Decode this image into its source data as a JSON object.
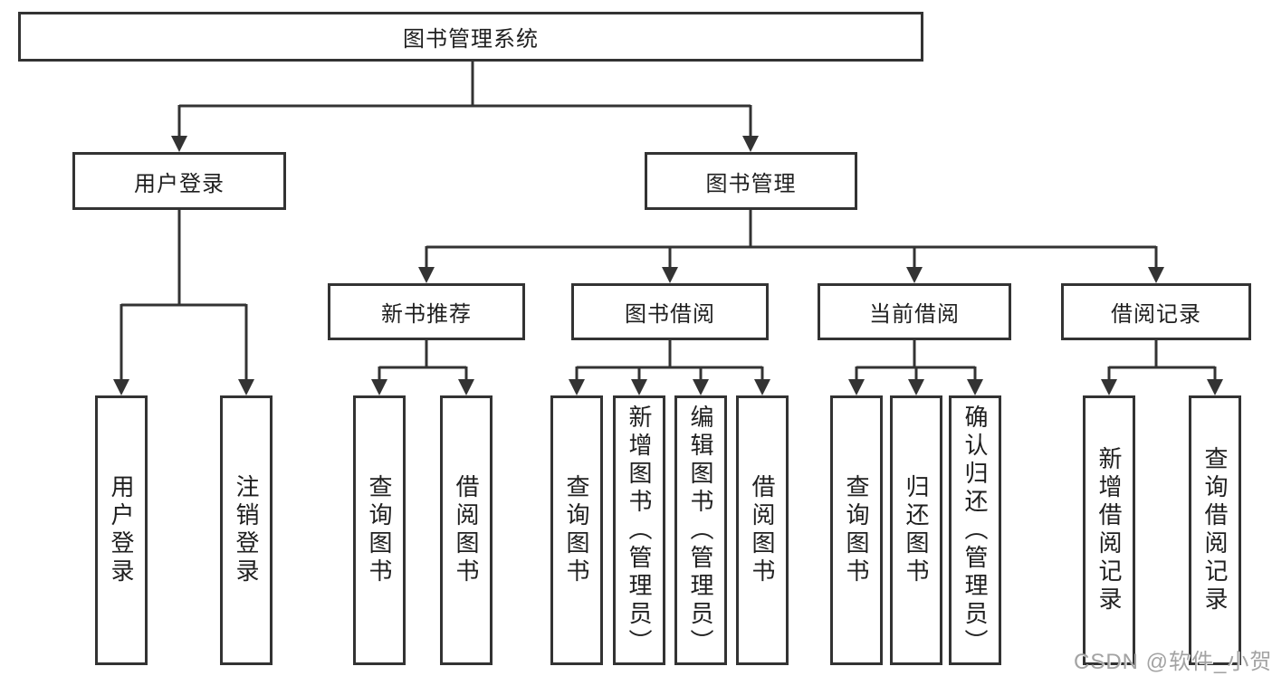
{
  "tree": {
    "label": "图书管理系统",
    "children": [
      {
        "label": "用户登录",
        "children": [
          {
            "label": "用户登录"
          },
          {
            "label": "注销登录"
          }
        ]
      },
      {
        "label": "图书管理",
        "children": [
          {
            "label": "新书推荐",
            "children": [
              {
                "label": "查询图书"
              },
              {
                "label": "借阅图书"
              }
            ]
          },
          {
            "label": "图书借阅",
            "children": [
              {
                "label": "查询图书"
              },
              {
                "label": "新增图书（管理员）"
              },
              {
                "label": "编辑图书（管理员）"
              },
              {
                "label": "借阅图书"
              }
            ]
          },
          {
            "label": "当前借阅",
            "children": [
              {
                "label": "查询图书"
              },
              {
                "label": "归还图书"
              },
              {
                "label": "确认归还（管理员）"
              }
            ]
          },
          {
            "label": "借阅记录",
            "children": [
              {
                "label": "新增借阅记录"
              },
              {
                "label": "查询借阅记录"
              }
            ]
          }
        ]
      }
    ]
  },
  "watermark": {
    "text": "CSDN @软件_小贺同学"
  },
  "colors": {
    "line": "#333333",
    "box_border": "#333333",
    "text": "#1f1f1f",
    "watermark": "#a3a3a3",
    "background": "#ffffff"
  }
}
